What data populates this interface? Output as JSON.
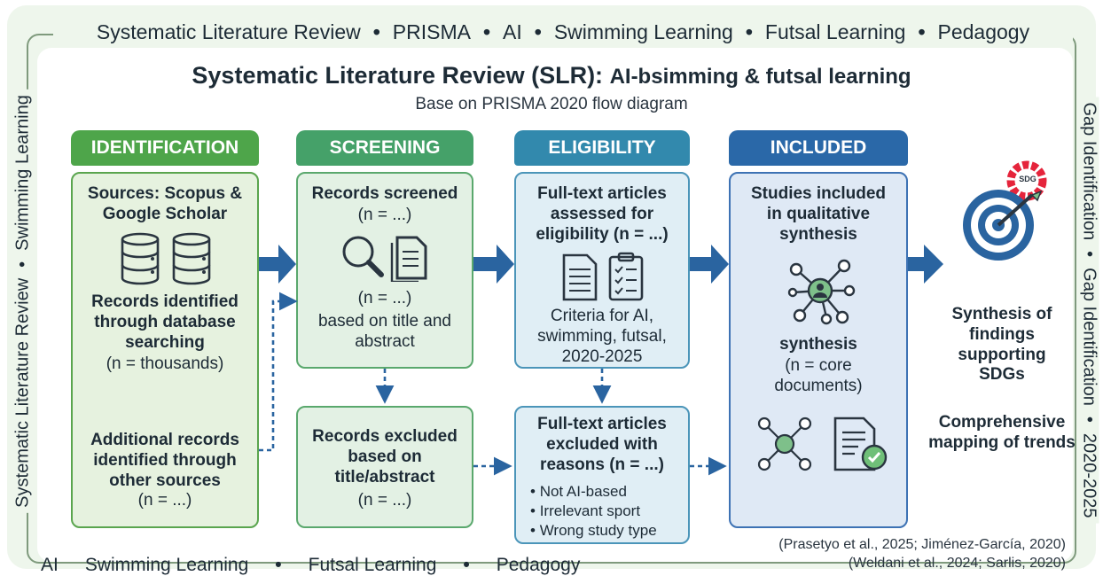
{
  "banner_top": [
    "Systematic Literature Review",
    "PRISMA",
    "AI",
    "Swimming Learning",
    "Futsal Learning",
    "Pedagogy"
  ],
  "banner_bottom": [
    "AI",
    "Swimming Learning",
    "Futsal Learning",
    "Pedagogy"
  ],
  "banner_left": [
    "Systematic Literature Review",
    "Swimming Learning"
  ],
  "banner_right": [
    "Gap Identification",
    "Gap Identification",
    "2020-2025"
  ],
  "title": {
    "main": "Systematic Literature Review (SLR):",
    "rest": "AI-bsimming & futsal learning",
    "subtitle": "Base on PRISMA 2020 flow diagram"
  },
  "stages": {
    "identification": {
      "label": "IDENTIFICATION",
      "sources": "Sources: Scopus & Google Scholar",
      "records": "Records identified through database searching",
      "records_n": "(n = thousands)",
      "additional": "Additional records identified through other sources",
      "additional_n": "(n = ...)"
    },
    "screening": {
      "label": "SCREENING",
      "screened": "Records screened",
      "screened_n": "(n = ...)",
      "mid_n": "(n = ...)",
      "basis": "based on title and abstract",
      "excluded": "Records excluded based on title/abstract",
      "excluded_n": "(n = ...)"
    },
    "eligibility": {
      "label": "ELIGIBILITY",
      "assessed": "Full-text articles assessed for eligibility (n = ...)",
      "criteria": "Criteria for AI, swimming, futsal, 2020-2025",
      "excluded": "Full-text articles excluded with reasons (n = ...)",
      "reasons": [
        "Not AI-based",
        "Irrelevant sport",
        "Wrong study type"
      ]
    },
    "included": {
      "label": "INCLUDED",
      "studies": "Studies included in qualitative synthesis",
      "synthesis": "synthesis",
      "synthesis_n": "(n = core documents)"
    }
  },
  "outcomes": {
    "sdg_badge": "SDG",
    "synthesis": "Synthesis of findings supporting SDGs",
    "mapping": "Comprehensive mapping of trends"
  },
  "citations": [
    "(Prasetyo et al., 2025; Jiménez-García, 2020)",
    "(Weldani et al., 2024; Sarlis, 2020)"
  ],
  "colors": {
    "identification": "#4ea54a",
    "screening": "#45a169",
    "eligibility": "#3289ad",
    "included": "#2a68a8",
    "arrow": "#2a64a0"
  }
}
